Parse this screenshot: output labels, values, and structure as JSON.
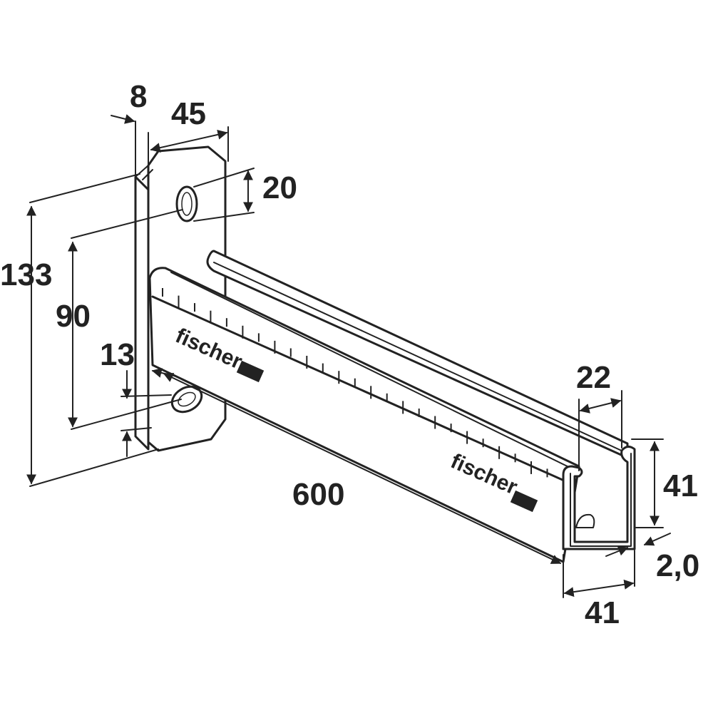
{
  "dimensions": {
    "plate_thickness": "8",
    "plate_width": "45",
    "slot_height": "20",
    "plate_height": "133",
    "hole_spacing": "90",
    "hole_offset": "13",
    "arm_length": "600",
    "lip_opening": "22",
    "channel_height": "41",
    "wall_thickness": "2,0",
    "channel_width": "41"
  },
  "brand": {
    "name": "fischer"
  },
  "colors": {
    "ink": "#222222",
    "background": "#ffffff"
  }
}
